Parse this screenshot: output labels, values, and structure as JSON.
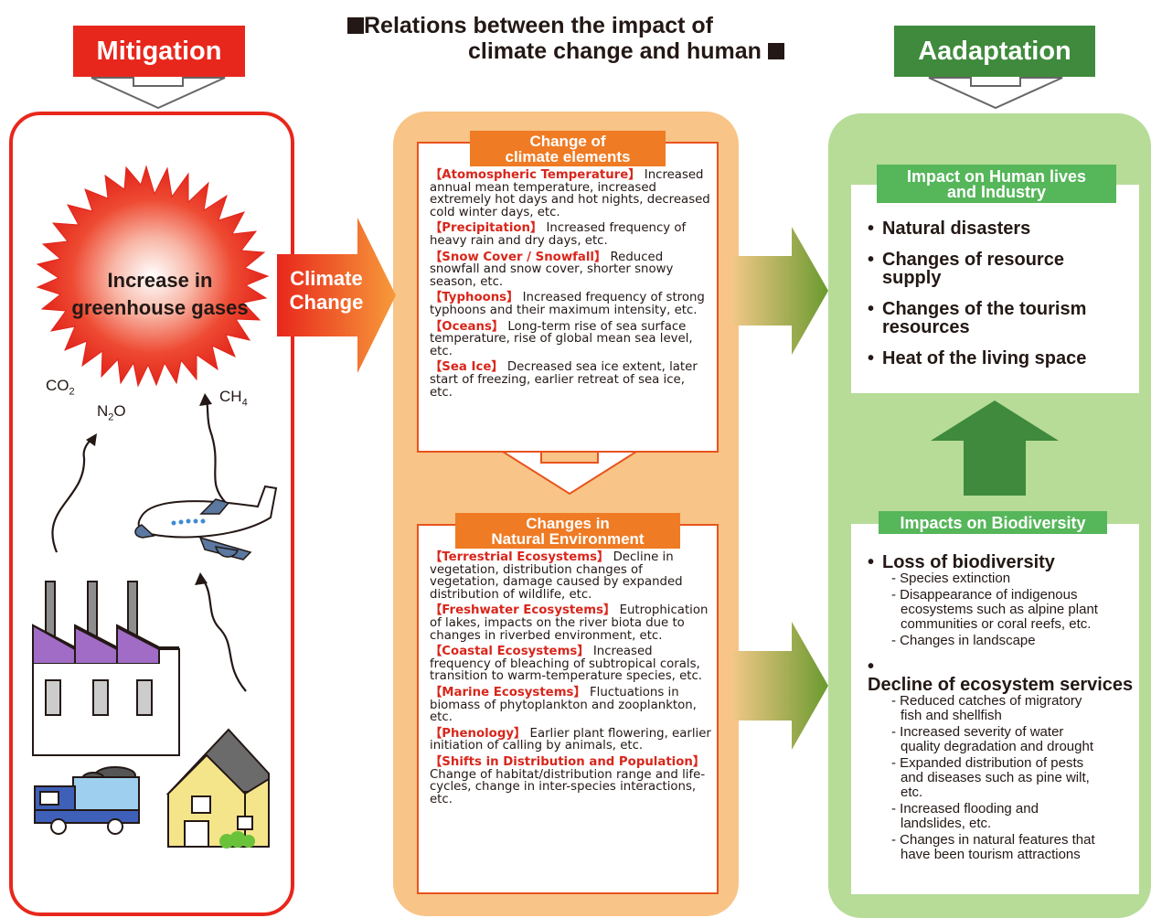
{
  "header": {
    "title_line1": "Relations between the impact of",
    "title_line2": "climate change and human",
    "mitigation_label": "Mitigation",
    "adaptation_label": "Aadaptation"
  },
  "left": {
    "burst_line1": "Increase in",
    "burst_line2": "greenhouse gases",
    "co2": "CO",
    "co2_sub": "2",
    "n2o_a": "N",
    "n2o_sub": "2",
    "n2o_b": "O",
    "ch4": "CH",
    "ch4_sub": "4"
  },
  "arrow": {
    "line1": "Climate",
    "line2": "Change"
  },
  "climate": {
    "title_line1": "Change of",
    "title_line2": "climate elements",
    "items": [
      {
        "key": "【Atomospheric Temperature】",
        "text": " Increased annual mean temperature, increased extremely hot days and hot nights, decreased cold winter days, etc."
      },
      {
        "key": "【Precipitation】",
        "text": " Increased frequency of heavy rain and dry days, etc."
      },
      {
        "key": "【Snow Cover / Snowfall】",
        "text": " Reduced snowfall and snow cover, shorter snowy season, etc."
      },
      {
        "key": "【Typhoons】",
        "text": " Increased frequency of strong typhoons and their maximum intensity, etc."
      },
      {
        "key": "【Oceans】",
        "text": " Long-term rise of sea surface temperature, rise of global mean sea level, etc."
      },
      {
        "key": "【Sea Ice】",
        "text": " Decreased sea ice extent, later start of freezing, earlier retreat of sea ice, etc."
      }
    ]
  },
  "natural": {
    "title_line1": "Changes in",
    "title_line2": "Natural Environment",
    "items": [
      {
        "key": "【Terrestrial Ecosystems】",
        "text": " Decline in vegetation, distribution changes of vegetation, damage caused by expanded distribution of wildlife, etc."
      },
      {
        "key": "【Freshwater Ecosystems】",
        "text": " Eutrophication of lakes, impacts on the river biota due to changes in riverbed environment, etc."
      },
      {
        "key": "【Coastal Ecosystems】",
        "text": " Increased frequency of bleaching of subtropical corals, transition to warm-temperature species, etc."
      },
      {
        "key": "【Marine Ecosystems】",
        "text": " Fluctuations in biomass of phytoplankton and zooplankton, etc."
      },
      {
        "key": "【Phenology】",
        "text": " Earlier plant flowering, earlier initiation of calling by animals, etc."
      },
      {
        "key": "【Shifts in Distribution and Population】",
        "text": " Change of habitat/distribution range and life-cycles, change in inter-species interactions, etc."
      }
    ]
  },
  "human": {
    "title_line1": "Impact on Human lives",
    "title_line2": "and Industry",
    "items": [
      {
        "l1": "Natural disasters",
        "l2": ""
      },
      {
        "l1": "Changes of resource",
        "l2": "supply"
      },
      {
        "l1": "Changes of the tourism",
        "l2": "resources"
      },
      {
        "l1": "Heat of the living space",
        "l2": ""
      }
    ]
  },
  "bio": {
    "title": "Impacts on Biodiversity",
    "b1": "Loss of biodiversity",
    "b1_subs": [
      {
        "l1": "- Species extinction",
        "l2": ""
      },
      {
        "l1": "- Disappearance of indigenous",
        "l2": "ecosystems such as alpine plant"
      },
      {
        "l1": "",
        "l2": "communities or coral reefs, etc."
      },
      {
        "l1": "- Changes in landscape",
        "l2": ""
      }
    ],
    "b2": "Decline of ecosystem services",
    "b2_subs": [
      {
        "l1": "- Reduced catches of migratory",
        "l2": "fish and shellfish"
      },
      {
        "l1": "- Increased severity of water",
        "l2": "quality degradation and drought"
      },
      {
        "l1": "- Expanded distribution of pests",
        "l2": "and diseases such as pine wilt,"
      },
      {
        "l1": "",
        "l2": "etc."
      },
      {
        "l1": "- Increased flooding and",
        "l2": "landslides, etc."
      },
      {
        "l1": "- Changes in natural features that",
        "l2": "have been tourism attractions"
      }
    ]
  },
  "colors": {
    "mitigation_red": "#e8271c",
    "adaptation_green": "#3f8a3c",
    "climate_orange": "#ef7b24",
    "human_green": "#56b65a"
  }
}
